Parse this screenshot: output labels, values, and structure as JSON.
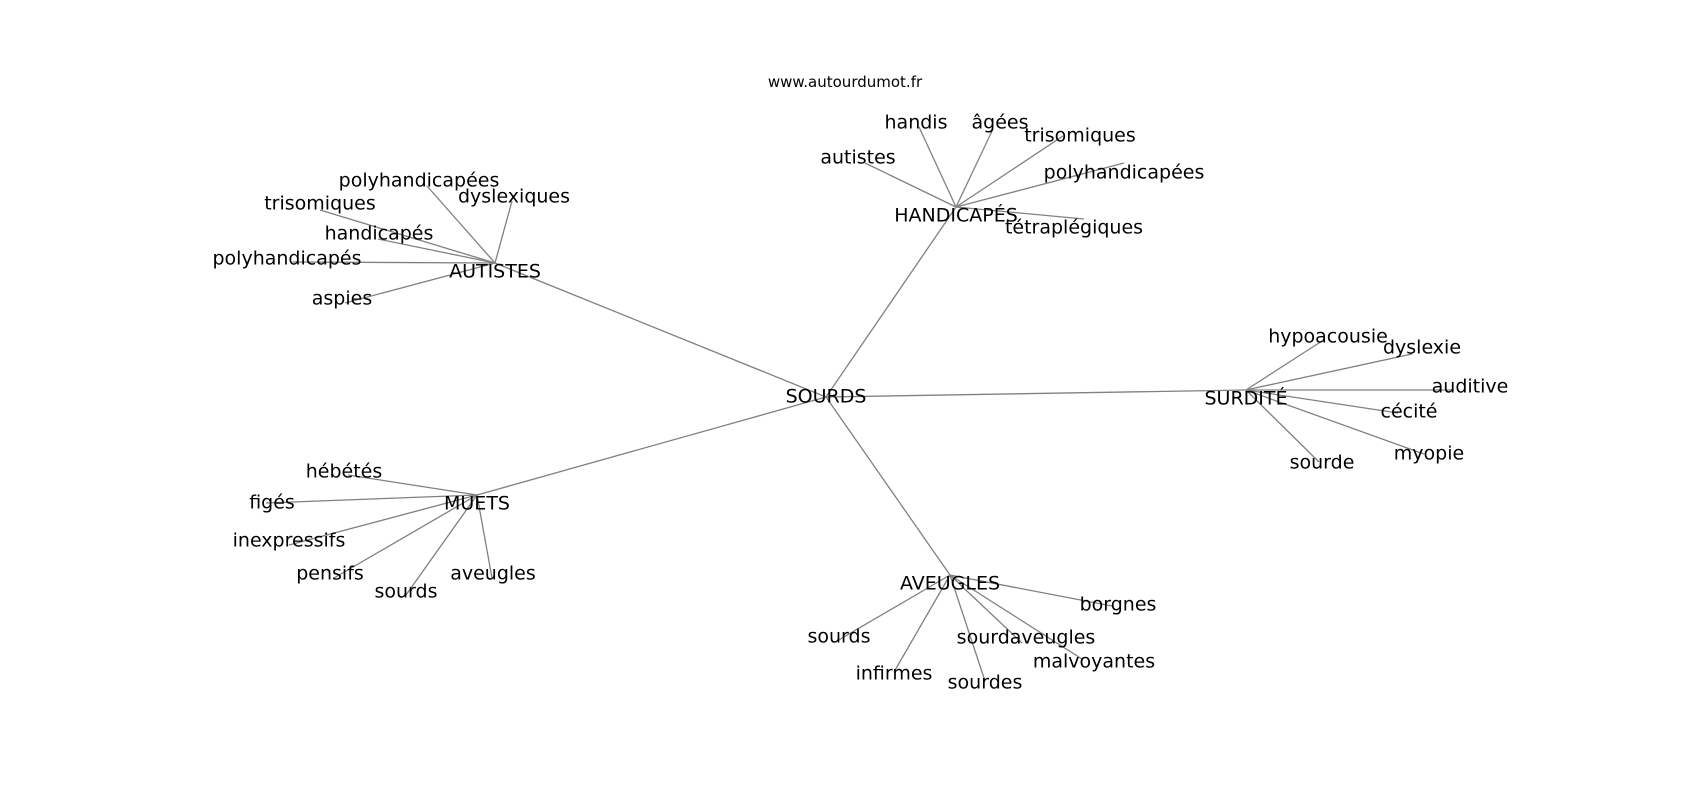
{
  "watermark": "www.autourdumot.fr",
  "edge_color": "#808080",
  "center": "SOURDS",
  "groups": [
    {
      "label": "HANDICAPÉS",
      "words": [
        "autistes",
        "handis",
        "âgées",
        "trisomiques",
        "polyhandicapées",
        "tétraplégiques"
      ]
    },
    {
      "label": "AUTISTES",
      "words": [
        "polyhandicapées",
        "dyslexiques",
        "trisomiques",
        "handicapés",
        "polyhandicapés",
        "aspies"
      ]
    },
    {
      "label": "SURDITÉ",
      "words": [
        "hypoacousie",
        "dyslexie",
        "auditive",
        "cécité",
        "myopie",
        "sourde"
      ]
    },
    {
      "label": "MUETS",
      "words": [
        "hébétés",
        "figés",
        "inexpressifs",
        "pensifs",
        "sourds",
        "aveugles"
      ]
    },
    {
      "label": "AVEUGLES",
      "words": [
        "borgnes",
        "sourds",
        "sourdaveugles",
        "malvoyantes",
        "infirmes",
        "sourdes"
      ]
    }
  ]
}
